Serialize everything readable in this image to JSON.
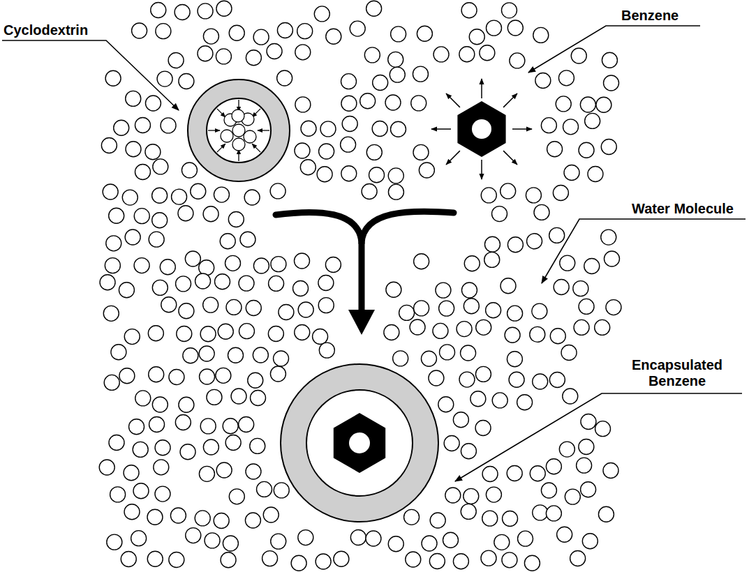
{
  "diagram": {
    "labels": [
      "Cyclodextrin",
      "Benzene",
      "Water Molecule",
      "Encapsulated Benzene"
    ]
  }
}
